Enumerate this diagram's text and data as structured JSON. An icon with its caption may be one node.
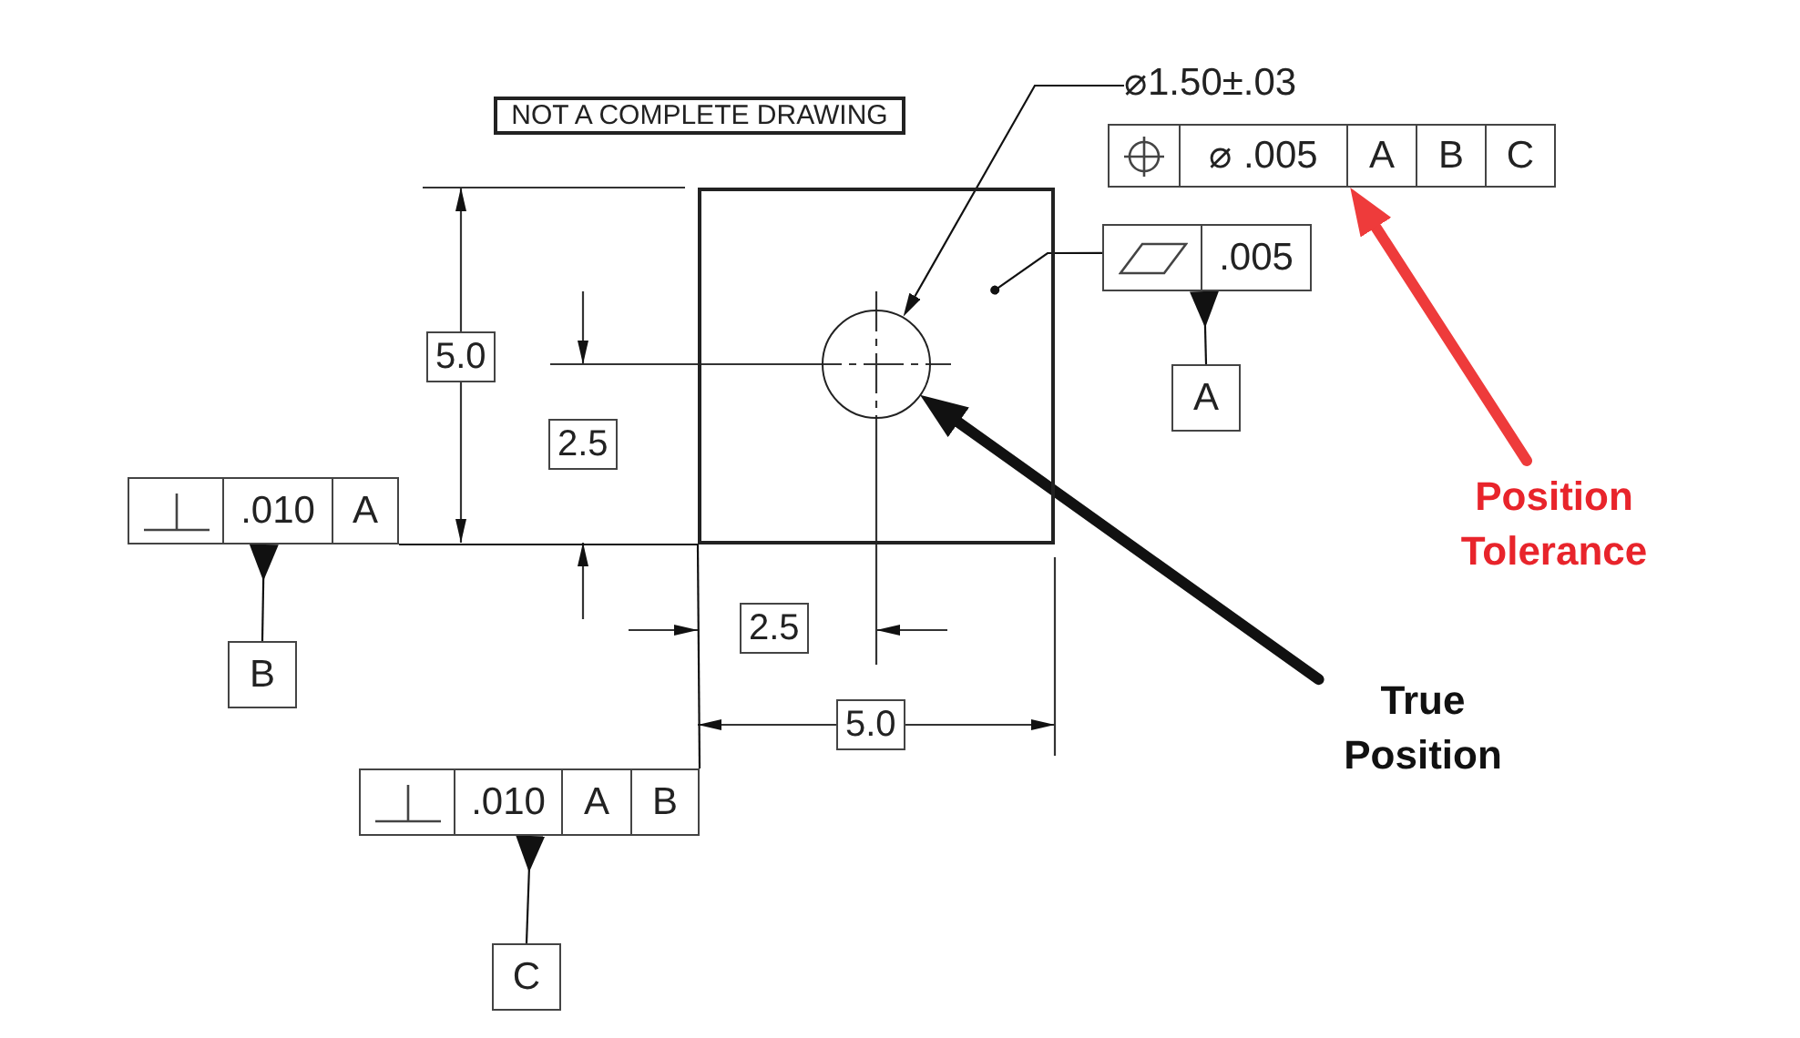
{
  "diagram": {
    "nodes": [
      {
        "text": [
          "NOT A COMPLETE DRAWING"
        ]
      },
      {
        "text": [],
        "shape": "box"
      },
      {
        "text": [],
        "shape": "circle",
        "in": 1
      },
      {
        "text": [
          "⌀1.50±.03"
        ]
      },
      {
        "text": [
          "⌀ .005",
          "A",
          "B",
          "C"
        ]
      },
      {
        "text": [
          ".005"
        ]
      },
      {
        "text": [
          "A"
        ]
      },
      {
        "text": [
          ".010",
          "A"
        ]
      },
      {
        "text": [
          "B"
        ]
      },
      {
        "text": [
          ".010",
          "A",
          "B"
        ]
      },
      {
        "text": [
          "C"
        ]
      },
      {
        "text": [
          "Position Tolerance"
        ]
      },
      {
        "text": [
          "True Position"
        ]
      }
    ],
    "edges": [
      {
        "from": 3,
        "to": 2,
        "arrow": "to"
      },
      {
        "from": 5,
        "to": 1,
        "arrow": "other"
      },
      {
        "from": 6,
        "to": 5,
        "arrow": "other"
      },
      {
        "from": 8,
        "to": 7,
        "arrow": "other"
      },
      {
        "from": 10,
        "to": 9,
        "arrow": "other"
      },
      {
        "from": 11,
        "to": 4,
        "arrow": "to",
        "style": "thick",
        "color": "#ee3b3b"
      },
      {
        "from": 12,
        "to": 2,
        "arrow": "to",
        "style": "thick"
      },
      {
        "from": 7,
        "to": 1,
        "arrow": "none"
      },
      {
        "from": 9,
        "to": 1,
        "arrow": "none"
      }
    ],
    "labels": [
      "5.0",
      "2.5",
      "2.5",
      "5.0"
    ]
  }
}
